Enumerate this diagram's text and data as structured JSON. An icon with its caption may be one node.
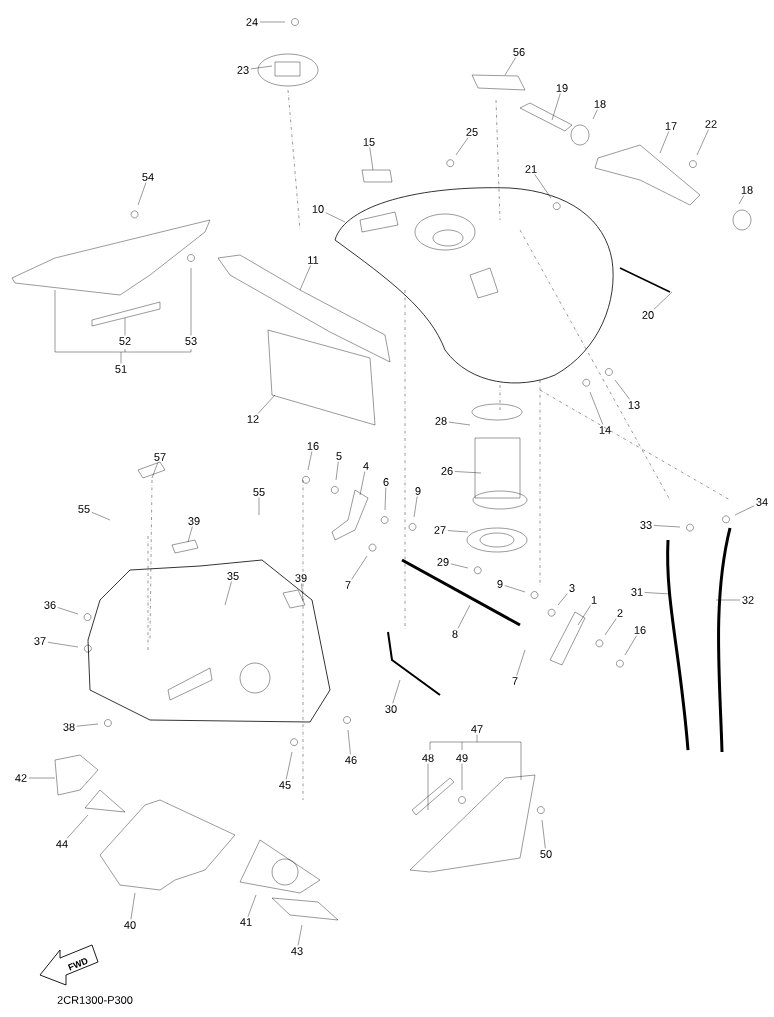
{
  "diagram": {
    "nodes": [
      {
        "text": [
          "24"
        ]
      },
      {
        "text": [
          "23"
        ]
      },
      {
        "text": [
          "56"
        ]
      },
      {
        "text": [
          "19"
        ]
      },
      {
        "text": [
          "18"
        ]
      },
      {
        "text": [
          "15"
        ]
      },
      {
        "text": [
          "25"
        ]
      },
      {
        "text": [
          "17"
        ]
      },
      {
        "text": [
          "22"
        ]
      },
      {
        "text": [
          "54"
        ]
      },
      {
        "text": [
          "21"
        ]
      },
      {
        "text": [
          "10"
        ]
      },
      {
        "text": [
          "18"
        ]
      },
      {
        "text": [
          "11"
        ]
      },
      {
        "text": [
          "20"
        ]
      },
      {
        "text": [
          "52"
        ]
      },
      {
        "text": [
          "53"
        ]
      },
      {
        "text": [
          "51"
        ]
      },
      {
        "text": [
          "13"
        ]
      },
      {
        "text": [
          "12"
        ]
      },
      {
        "text": [
          "14"
        ]
      },
      {
        "text": [
          "28"
        ]
      },
      {
        "text": [
          "16"
        ]
      },
      {
        "text": [
          "5"
        ]
      },
      {
        "text": [
          "4"
        ]
      },
      {
        "text": [
          "6"
        ]
      },
      {
        "text": [
          "26"
        ]
      },
      {
        "text": [
          "9"
        ]
      },
      {
        "text": [
          "57"
        ]
      },
      {
        "text": [
          "55"
        ]
      },
      {
        "text": [
          "55"
        ]
      },
      {
        "text": [
          "39"
        ]
      },
      {
        "text": [
          "27"
        ]
      },
      {
        "text": [
          "33"
        ]
      },
      {
        "text": [
          "34"
        ]
      },
      {
        "text": [
          "29"
        ]
      },
      {
        "text": [
          "7"
        ]
      },
      {
        "text": [
          "35"
        ]
      },
      {
        "text": [
          "39"
        ]
      },
      {
        "text": [
          "9"
        ]
      },
      {
        "text": [
          "3"
        ]
      },
      {
        "text": [
          "1"
        ]
      },
      {
        "text": [
          "31"
        ]
      },
      {
        "text": [
          "36"
        ]
      },
      {
        "text": [
          "32"
        ]
      },
      {
        "text": [
          "2"
        ]
      },
      {
        "text": [
          "16"
        ]
      },
      {
        "text": [
          "37"
        ]
      },
      {
        "text": [
          "8"
        ]
      },
      {
        "text": [
          "7"
        ]
      },
      {
        "text": [
          "30"
        ]
      },
      {
        "text": [
          "38"
        ]
      },
      {
        "text": [
          "47"
        ]
      },
      {
        "text": [
          "48"
        ]
      },
      {
        "text": [
          "49"
        ]
      },
      {
        "text": [
          "46"
        ]
      },
      {
        "text": [
          "42"
        ]
      },
      {
        "text": [
          "45"
        ]
      },
      {
        "text": [
          "44"
        ]
      },
      {
        "text": [
          "50"
        ]
      },
      {
        "text": [
          "41"
        ]
      },
      {
        "text": [
          "40"
        ]
      },
      {
        "text": [
          "43"
        ]
      }
    ],
    "edges": [
      {
        "from": 0,
        "to": null,
        "arrow": "none"
      },
      {
        "from": 1,
        "to": null,
        "arrow": "none"
      },
      {
        "from": 2,
        "to": null,
        "arrow": "none"
      },
      {
        "from": 3,
        "to": null,
        "arrow": "none"
      },
      {
        "from": 4,
        "to": null,
        "arrow": "none"
      },
      {
        "from": 5,
        "to": null,
        "arrow": "none"
      },
      {
        "from": 6,
        "to": null,
        "arrow": "none"
      },
      {
        "from": 7,
        "to": null,
        "arrow": "none"
      },
      {
        "from": 8,
        "to": null,
        "arrow": "none"
      },
      {
        "from": 9,
        "to": null,
        "arrow": "none"
      },
      {
        "from": 10,
        "to": null,
        "arrow": "none"
      },
      {
        "from": 11,
        "to": null,
        "arrow": "none"
      },
      {
        "from": 12,
        "to": null,
        "arrow": "none"
      },
      {
        "from": 13,
        "to": null,
        "arrow": "none"
      },
      {
        "from": 14,
        "to": null,
        "arrow": "none"
      },
      {
        "from": 15,
        "to": null,
        "arrow": "none"
      },
      {
        "from": 16,
        "to": null,
        "arrow": "none"
      },
      {
        "from": 17,
        "to": null,
        "arrow": "none"
      },
      {
        "from": 18,
        "to": null,
        "arrow": "none"
      },
      {
        "from": 19,
        "to": null,
        "arrow": "none"
      },
      {
        "from": 20,
        "to": null,
        "arrow": "none"
      },
      {
        "from": 21,
        "to": null,
        "arrow": "none"
      },
      {
        "from": 22,
        "to": null,
        "arrow": "none"
      },
      {
        "from": 23,
        "to": null,
        "arrow": "none"
      },
      {
        "from": 24,
        "to": null,
        "arrow": "none"
      },
      {
        "from": 25,
        "to": null,
        "arrow": "none"
      },
      {
        "from": 26,
        "to": null,
        "arrow": "none"
      },
      {
        "from": 27,
        "to": null,
        "arrow": "none"
      },
      {
        "from": 28,
        "to": null,
        "arrow": "none"
      },
      {
        "from": 29,
        "to": null,
        "arrow": "none"
      },
      {
        "from": 30,
        "to": null,
        "arrow": "none"
      },
      {
        "from": 31,
        "to": null,
        "arrow": "none"
      },
      {
        "from": 32,
        "to": null,
        "arrow": "none"
      },
      {
        "from": 33,
        "to": null,
        "arrow": "none"
      },
      {
        "from": 34,
        "to": null,
        "arrow": "none"
      },
      {
        "from": 35,
        "to": null,
        "arrow": "none"
      },
      {
        "from": 36,
        "to": null,
        "arrow": "none"
      },
      {
        "from": 37,
        "to": null,
        "arrow": "none"
      },
      {
        "from": 38,
        "to": null,
        "arrow": "none"
      },
      {
        "from": 39,
        "to": null,
        "arrow": "none"
      },
      {
        "from": 40,
        "to": null,
        "arrow": "none"
      },
      {
        "from": 41,
        "to": null,
        "arrow": "none"
      },
      {
        "from": 42,
        "to": null,
        "arrow": "none"
      },
      {
        "from": 43,
        "to": null,
        "arrow": "none"
      },
      {
        "from": 44,
        "to": null,
        "arrow": "none"
      },
      {
        "from": 45,
        "to": null,
        "arrow": "none"
      },
      {
        "from": 46,
        "to": null,
        "arrow": "none"
      },
      {
        "from": 47,
        "to": null,
        "arrow": "none"
      },
      {
        "from": 48,
        "to": null,
        "arrow": "none"
      },
      {
        "from": 49,
        "to": null,
        "arrow": "none"
      },
      {
        "from": 50,
        "to": null,
        "arrow": "none"
      },
      {
        "from": 51,
        "to": null,
        "arrow": "none"
      },
      {
        "from": 52,
        "to": null,
        "arrow": "none"
      },
      {
        "from": 53,
        "to": null,
        "arrow": "none"
      },
      {
        "from": 54,
        "to": null,
        "arrow": "none"
      },
      {
        "from": 55,
        "to": null,
        "arrow": "none"
      },
      {
        "from": 56,
        "to": null,
        "arrow": "none"
      },
      {
        "from": 57,
        "to": null,
        "arrow": "none"
      },
      {
        "from": 58,
        "to": null,
        "arrow": "none"
      },
      {
        "from": 59,
        "to": null,
        "arrow": "none"
      },
      {
        "from": 60,
        "to": null,
        "arrow": "none"
      },
      {
        "from": 61,
        "to": null,
        "arrow": "none"
      },
      {
        "from": 62,
        "to": null,
        "arrow": "none"
      }
    ],
    "labels": [
      "FWD",
      "2CR1300-P300"
    ]
  }
}
